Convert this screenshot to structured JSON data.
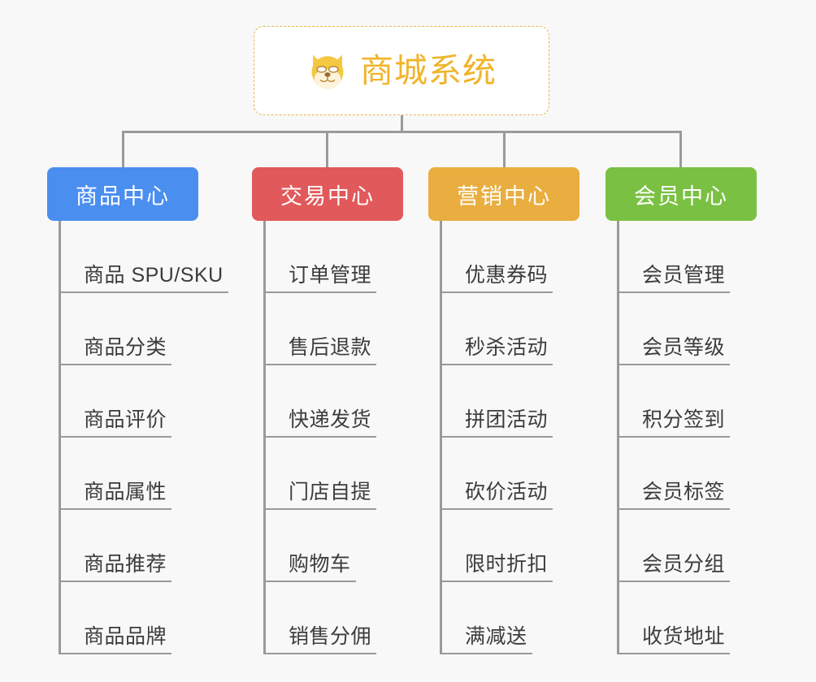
{
  "root": {
    "title": "商城系统",
    "icon": "shiba-dog-face-icon",
    "border_color": "#e9b949",
    "text_color": "#f0b429",
    "background": "#ffffff"
  },
  "canvas": {
    "background": "#f8f8f8",
    "connector_color": "#9a9a9a"
  },
  "categories": [
    {
      "label": "商品中心",
      "color": "#4a8ef0",
      "items": [
        "商品 SPU/SKU",
        "商品分类",
        "商品评价",
        "商品属性",
        "商品推荐",
        "商品品牌"
      ]
    },
    {
      "label": "交易中心",
      "color": "#e2595b",
      "items": [
        "订单管理",
        "售后退款",
        "快递发货",
        "门店自提",
        "购物车",
        "销售分佣"
      ]
    },
    {
      "label": "营销中心",
      "color": "#e9ae3f",
      "items": [
        "优惠券码",
        "秒杀活动",
        "拼团活动",
        "砍价活动",
        "限时折扣",
        "满减送"
      ]
    },
    {
      "label": "会员中心",
      "color": "#7ac143",
      "items": [
        "会员管理",
        "会员等级",
        "积分签到",
        "会员标签",
        "会员分组",
        "收货地址"
      ]
    }
  ]
}
